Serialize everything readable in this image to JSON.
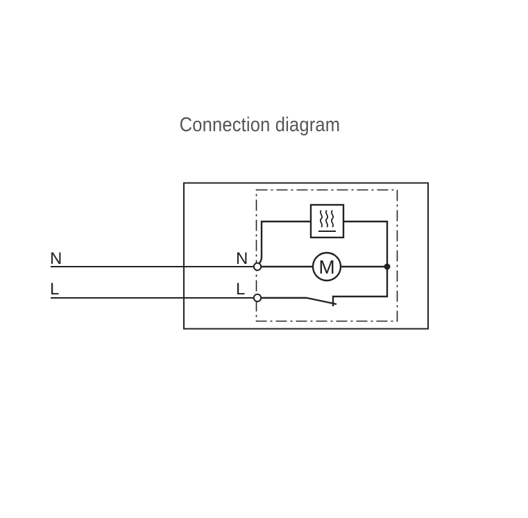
{
  "title": "Connection diagram",
  "colors": {
    "line": "#222222",
    "title": "#555555",
    "background": "#ffffff"
  },
  "diagram": {
    "supply_labels": {
      "neutral": "N",
      "live": "L"
    },
    "terminal_labels": {
      "neutral": "N",
      "live": "L"
    },
    "components": {
      "heater": {
        "symbol": "heater-icon"
      },
      "motor": {
        "label": "M",
        "symbol": "motor-icon"
      },
      "switch": {
        "symbol": "switch-icon",
        "state": "open"
      }
    }
  }
}
